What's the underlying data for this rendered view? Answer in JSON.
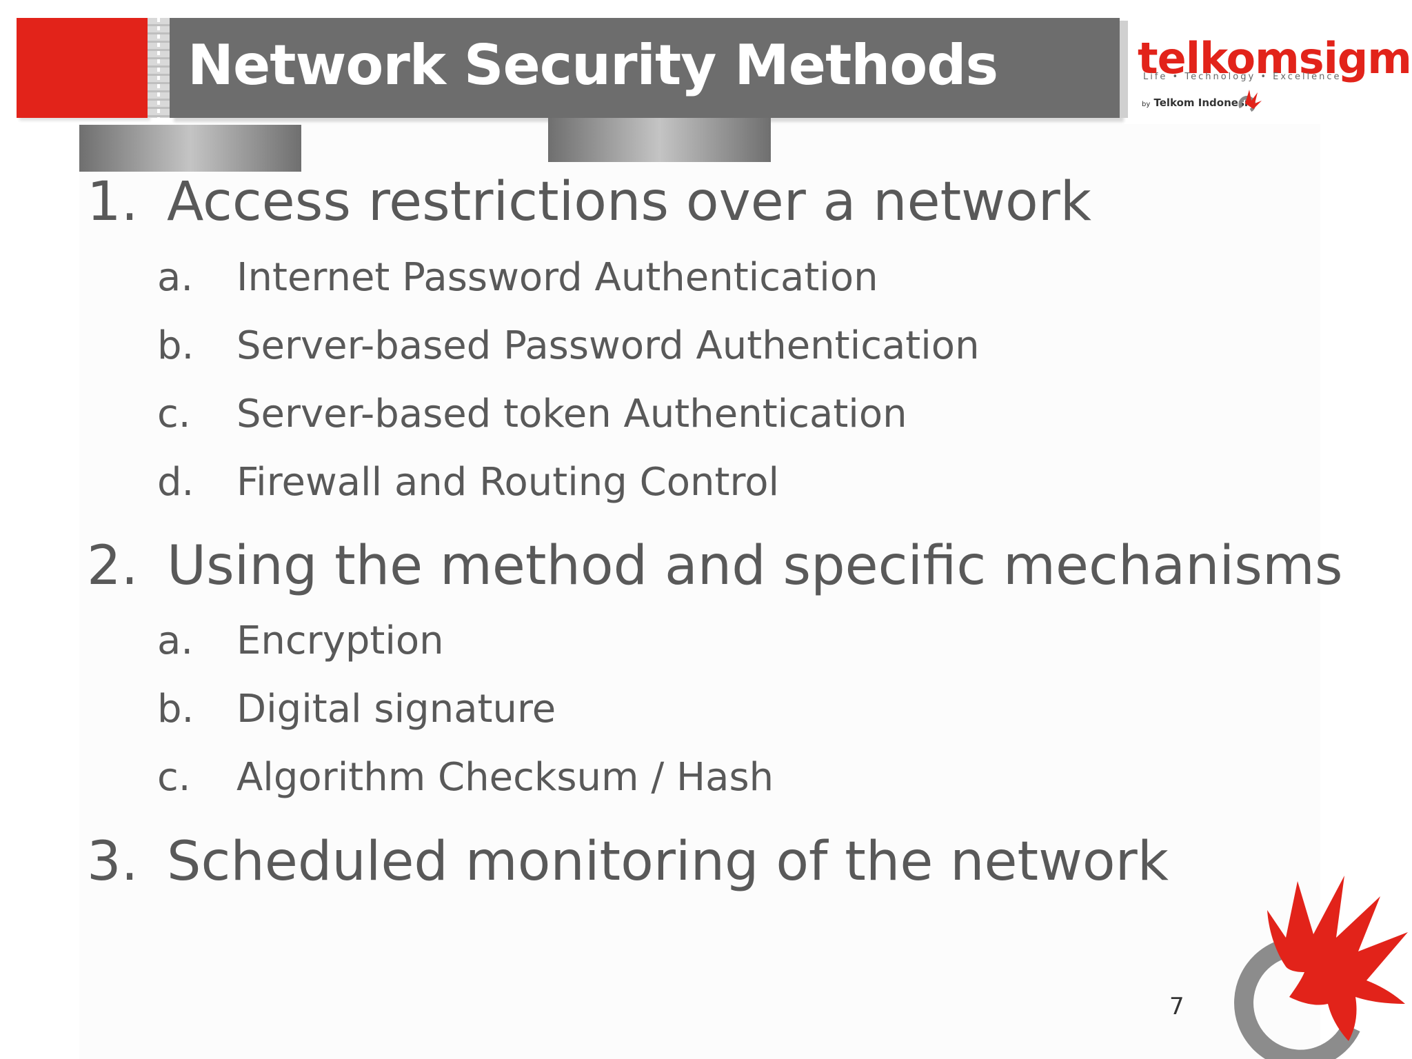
{
  "slide": {
    "title": "Network Security Methods",
    "logo": {
      "brand": "telkomsigma",
      "tagline": "Life • Technology • Excellence",
      "by_prefix": "by",
      "by_name": "Telkom Indonesia"
    },
    "items": [
      {
        "number": "1.",
        "text": "Access restrictions over a network",
        "subitems": [
          {
            "letter": "a.",
            "text": "Internet Password Authentication"
          },
          {
            "letter": "b.",
            "text": "Server-based Password Authentication"
          },
          {
            "letter": "c.",
            "text": "Server-based token Authentication"
          },
          {
            "letter": "d.",
            "text": "Firewall and Routing Control"
          }
        ]
      },
      {
        "number": "2.",
        "text": "Using the method and specific mechanisms",
        "subitems": [
          {
            "letter": "a.",
            "text": "Encryption"
          },
          {
            "letter": "b.",
            "text": "Digital signature"
          },
          {
            "letter": "c.",
            "text": "Algorithm Checksum / Hash"
          }
        ]
      },
      {
        "number": "3.",
        "text": "Scheduled monitoring of the network",
        "subitems": []
      }
    ],
    "page_number": "7"
  },
  "colors": {
    "brand_red": "#e2231a",
    "title_bar": "#6d6d6d",
    "text": "#595959",
    "ring_grey": "#8c8c8c"
  }
}
